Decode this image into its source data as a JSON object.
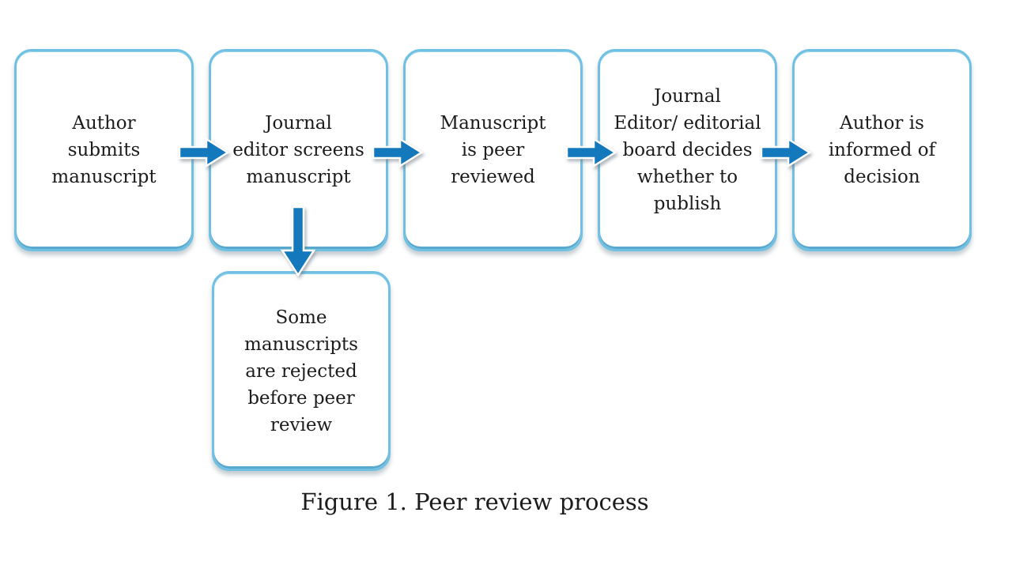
{
  "figure": {
    "caption": "Figure 1. Peer review process"
  },
  "flowchart": {
    "main_steps": [
      {
        "label": "Author\nsubmits\nmanuscript"
      },
      {
        "label": "Journal\neditor screens\nmanuscript"
      },
      {
        "label": "Manuscript\nis peer\nreviewed"
      },
      {
        "label": "Journal\nEditor/ editorial\nboard decides\nwhether to\npublish"
      },
      {
        "label": "Author is\ninformed of\ndecision"
      }
    ],
    "branch_step": {
      "label": "Some\nmanuscripts\nare rejected\nbefore peer\nreview"
    },
    "connectors": [
      {
        "icon": "arrow-right-icon",
        "from": "Author submits manuscript",
        "to": "Journal editor screens manuscript"
      },
      {
        "icon": "arrow-right-icon",
        "from": "Journal editor screens manuscript",
        "to": "Manuscript is peer reviewed"
      },
      {
        "icon": "arrow-right-icon",
        "from": "Manuscript is peer reviewed",
        "to": "Journal Editor/ editorial board decides whether to publish"
      },
      {
        "icon": "arrow-right-icon",
        "from": "Journal Editor/ editorial board decides whether to publish",
        "to": "Author is informed of decision"
      },
      {
        "icon": "arrow-down-icon",
        "from": "Journal editor screens manuscript",
        "to": "Some manuscripts are rejected before peer review"
      }
    ]
  },
  "colors": {
    "background": "#ffffff",
    "box_border": "#6fc0e2",
    "box_border_bottom": "#58a9cd",
    "arrow_fill": "#1478bc",
    "text": "#1c1c1c"
  }
}
